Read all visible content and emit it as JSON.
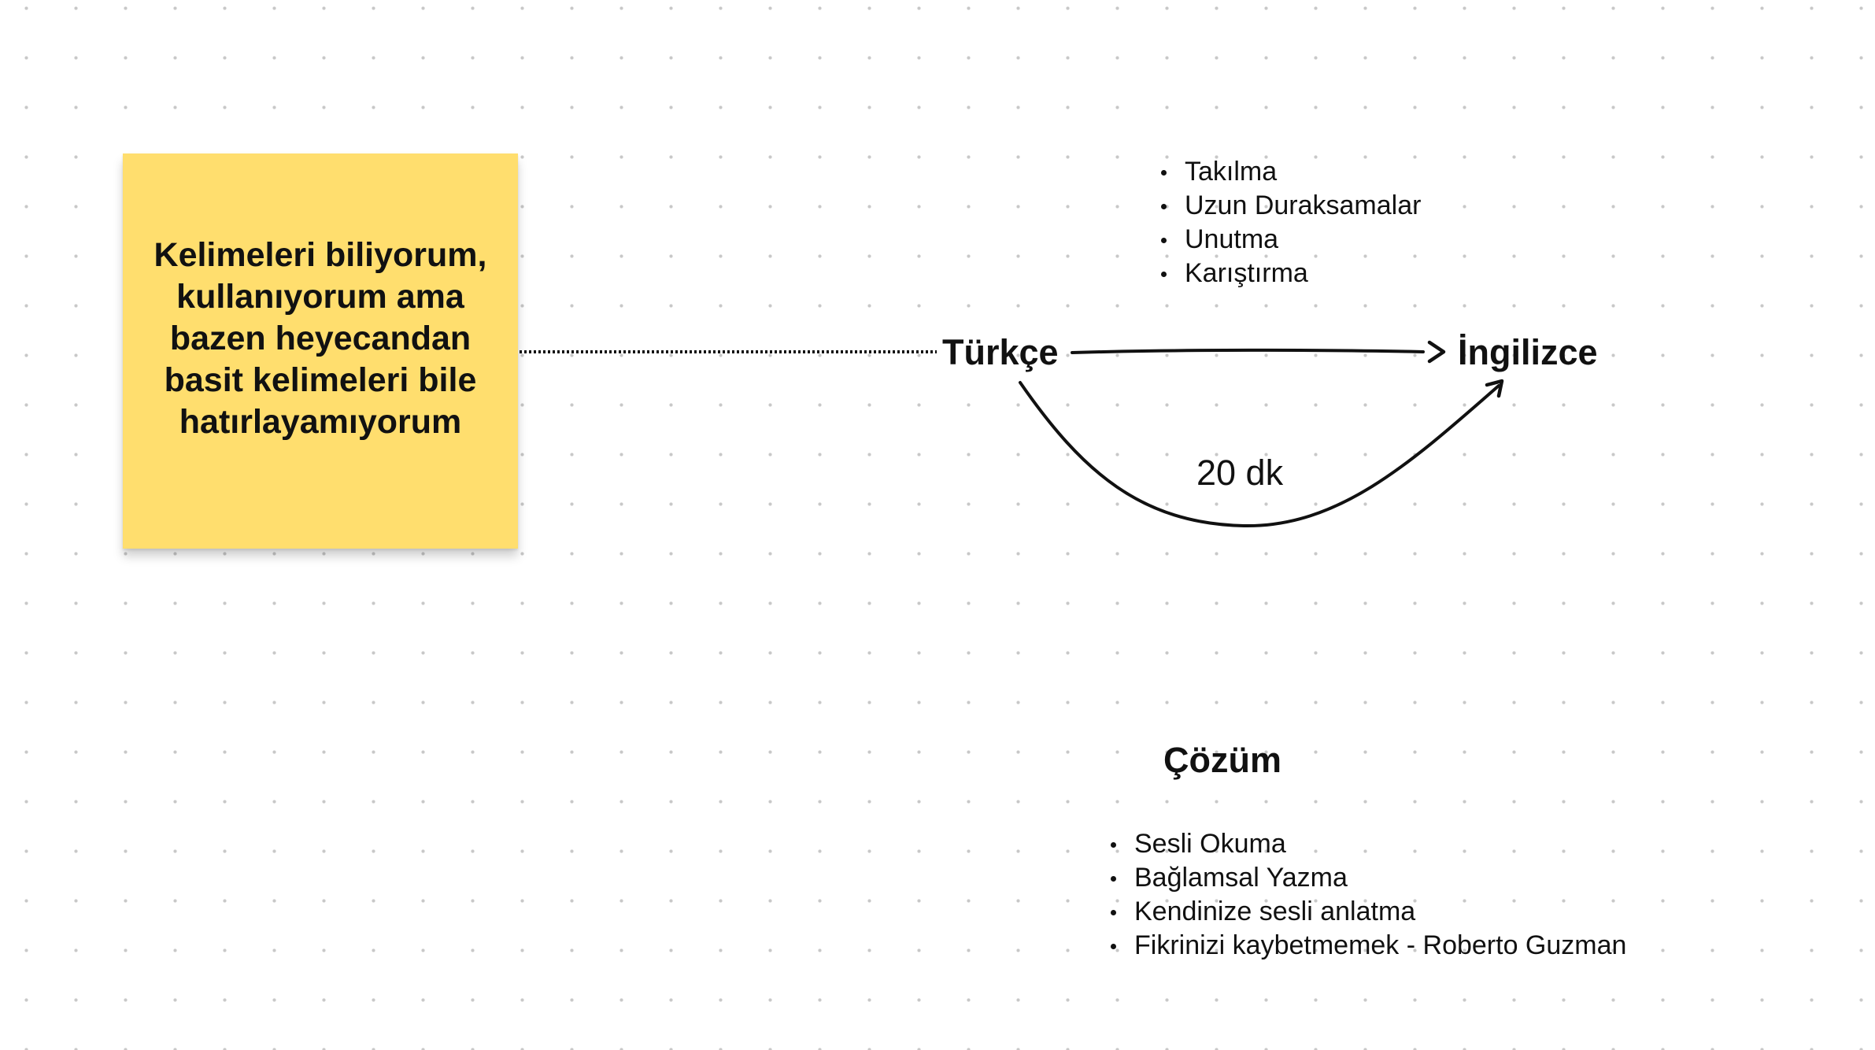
{
  "canvas": {
    "background": "#ffffff",
    "dot_color": "#c8c8c8"
  },
  "sticky_note": {
    "text": "Kelimeleri biliyorum,\nkullanıyorum ama\nbazen heyecandan\nbasit kelimeleri bile\nhatırlayamıyorum",
    "color": "#ffde6e"
  },
  "nodes": {
    "source": "Türkçe",
    "target": "İngilizce"
  },
  "edges": {
    "curve_label": "20 dk"
  },
  "problems": {
    "items": [
      "Takılma",
      "Uzun Duraksamalar",
      "Unutma",
      "Karıştırma"
    ]
  },
  "solution": {
    "heading": "Çözüm",
    "items": [
      "Sesli Okuma",
      "Bağlamsal Yazma",
      "Kendinize sesli anlatma",
      "Fikrinizi kaybetmemek - Roberto Guzman"
    ]
  }
}
